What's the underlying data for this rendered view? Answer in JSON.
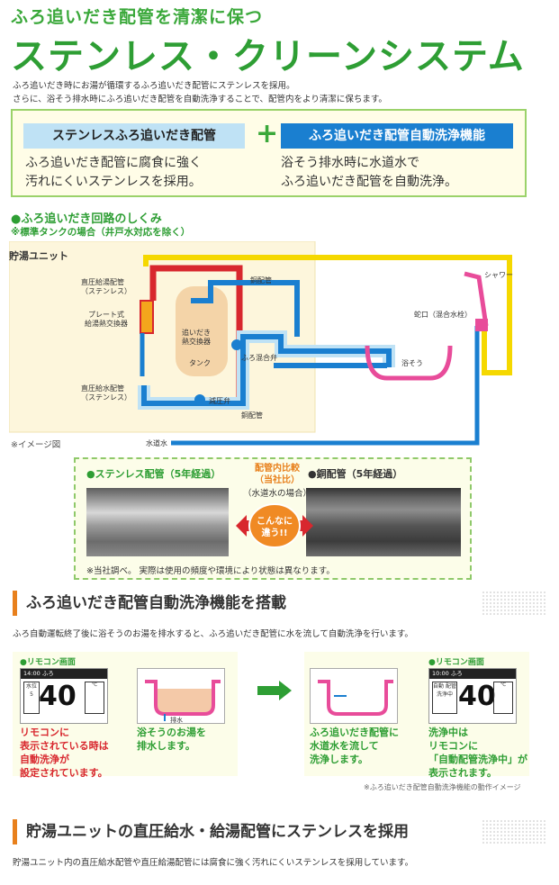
{
  "header": {
    "tagline": "ふろ追いだき配管を清潔に保つ",
    "title": "ステンレス・クリーンシステム",
    "intro_1": "ふろ追いだき時にお湯が循環するふろ追いだき配管にステンレスを採用。",
    "intro_2": "さらに、浴そう排水時にふろ追いだき配管を自動洗浄することで、配管内をより清潔に保ちます。"
  },
  "features": {
    "left_label": "ステンレスふろ追いだき配管",
    "plus": "+",
    "right_label": "ふろ追いだき配管自動洗浄機能",
    "left_desc": "ふろ追いだき配管に腐食に強く\n汚れにくいステンレスを採用。",
    "right_desc": "浴そう排水時に水道水で\nふろ追いだき配管を自動洗浄。"
  },
  "circuit": {
    "label": "●ふろ追いだき回路のしくみ",
    "sub": "※標準タンクの場合（井戸水対応を除く）",
    "unit_title": "貯湯ユニット",
    "labels": {
      "supply_pipe": "直圧給湯配管",
      "supply_pipe_sub": "（ステンレス）",
      "plate_hx": "プレート式",
      "plate_hx_2": "給湯熱交換器",
      "feed_pipe": "直圧給水配管",
      "feed_pipe_sub": "（ステンレス）",
      "copper_top": "銅配管",
      "reheat_hx": "追いだき",
      "reheat_hx_2": "熱交換器",
      "tank": "タンク",
      "mix_valve": "ふろ混合弁",
      "reducer": "減圧弁",
      "copper_bottom": "銅配管",
      "shower": "シャワー",
      "faucet": "蛇口（混合水栓）",
      "bathtub": "浴そう",
      "water_in": "水道水"
    },
    "note": "※イメージ図"
  },
  "comparison": {
    "left_title": "●ステンレス配管（5年経過）",
    "center_title": "配管内比較\n（当社比）",
    "center_sub": "（水道水の場合）",
    "right_title": "●銅配管（5年経過）",
    "burst_1": "こんなに",
    "burst_2": "違う!!",
    "note": "※当社調べ。 実際は使用の頻度や環境により状態は異なります。"
  },
  "autowash": {
    "heading": "ふろ追いだき配管自動洗浄機能を搭載",
    "desc": "ふろ自動運転終了後に浴そうのお湯を排水すると、ふろ追いだき配管に水を流して自動洗浄を行います。",
    "remote_label_1": "●リモコン画面",
    "remote_label_2": "●リモコン画面",
    "remote_1": {
      "top": "14:00 ふろ",
      "num": "40",
      "side": "水位 5",
      "unit": "℃"
    },
    "remote_2": {
      "top": "10:00 ふろ",
      "num": "40",
      "side": "自動 配管洗浄中",
      "unit": "℃"
    },
    "step1_text": "リモコンに\n表示されている時は\n自動洗浄が\n設定されています。",
    "step2_text": "浴そうのお湯を\n排水します。",
    "drain_label": "排水",
    "step3_text": "ふろ追いだき配管に\n水道水を流して\n洗浄します。",
    "step4_text": "洗浄中は\nリモコンに\n「自動配管洗浄中」が\n表示されます。",
    "note": "※ふろ追いだき配管自動洗浄機能の動作イメージ"
  },
  "stainless": {
    "heading": "貯湯ユニットの直圧給水・給湯配管にステンレスを採用",
    "desc": "貯湯ユニット内の直圧給水配管や直圧給湯配管には腐食に強く汚れにくいステンレスを採用しています。"
  }
}
